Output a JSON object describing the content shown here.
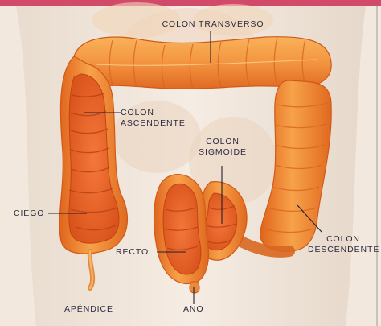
{
  "colors": {
    "accent_bar": "#d24a6a",
    "background": "#f2e8dd",
    "colon_light": "#f7a24a",
    "colon_dark": "#e0641c",
    "colon_inner": "#f06a2c",
    "label_text": "#2b2b40"
  },
  "labels": {
    "colon_transverso": "COLON TRANSVERSO",
    "colon_ascendente": "COLON\nASCENDENTE",
    "colon_sigmoide": "COLON\nSIGMOIDE",
    "ciego": "CIEGO",
    "recto": "RECTO",
    "colon_descendente": "COLON\nDESCENDENTE",
    "apendice": "APÉNDICE",
    "ano": "ANO"
  }
}
